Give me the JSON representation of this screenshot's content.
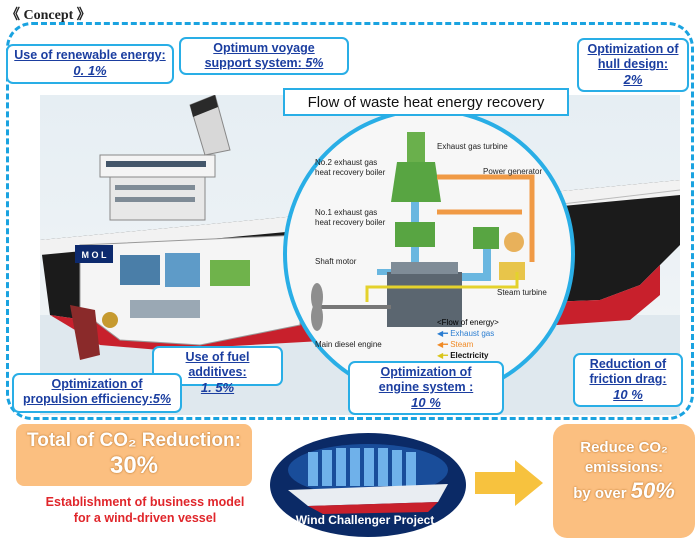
{
  "heading": "《 Concept 》",
  "callouts": {
    "renewable": {
      "title": "Use of renewable energy:",
      "value": "0. 1%"
    },
    "voyage": {
      "title_line1": "Optimum voyage",
      "title_line2": "support system:",
      "value": "5%"
    },
    "hull": {
      "title_line1": "Optimization of",
      "title_line2": "hull design:",
      "value": "2%"
    },
    "fuel": {
      "title": "Use of fuel additives:",
      "value": "1. 5%"
    },
    "propulsion": {
      "title_line1": "Optimization of",
      "title_line2": "propulsion efficiency:",
      "value": "5%"
    },
    "engine": {
      "title_line1": "Optimization of",
      "title_line2": "engine system :",
      "value": "10 %"
    },
    "friction": {
      "title_line1": "Reduction of",
      "title_line2": "friction drag:",
      "value": "10 %"
    }
  },
  "flow": {
    "title": "Flow of waste heat energy recovery",
    "labels": {
      "exhaust_turbine": "Exhaust gas turbine",
      "no2_boiler_1": "No.2 exhaust gas",
      "no2_boiler_2": "heat recovery boiler",
      "power_generator": "Power generator",
      "no1_boiler_1": "No.1 exhaust gas",
      "no1_boiler_2": "heat recovery boiler",
      "steam_turbine": "Steam turbine",
      "shaft_motor": "Shaft motor",
      "main_engine": "Main diesel engine"
    },
    "legend": {
      "title": "<Flow of energy>",
      "items": [
        "Exhaust gas",
        "Steam",
        "Electricity"
      ]
    }
  },
  "ship_logo": "M O L",
  "total": {
    "line1": "Total of CO₂ Reduction:",
    "line2": "30%"
  },
  "business": {
    "line1": "Establishment of business model",
    "line2": "for a wind-driven vessel"
  },
  "wind_project": "Wind Challenger Project",
  "reduce": {
    "line1": "Reduce CO₂",
    "line2": "emissions:",
    "line3": "by over",
    "value": "50%"
  },
  "colors": {
    "accent": "#29aee6",
    "callout_text": "#1b3ea0",
    "orange_box": "#fbbf80",
    "red_text": "#e0262b"
  }
}
